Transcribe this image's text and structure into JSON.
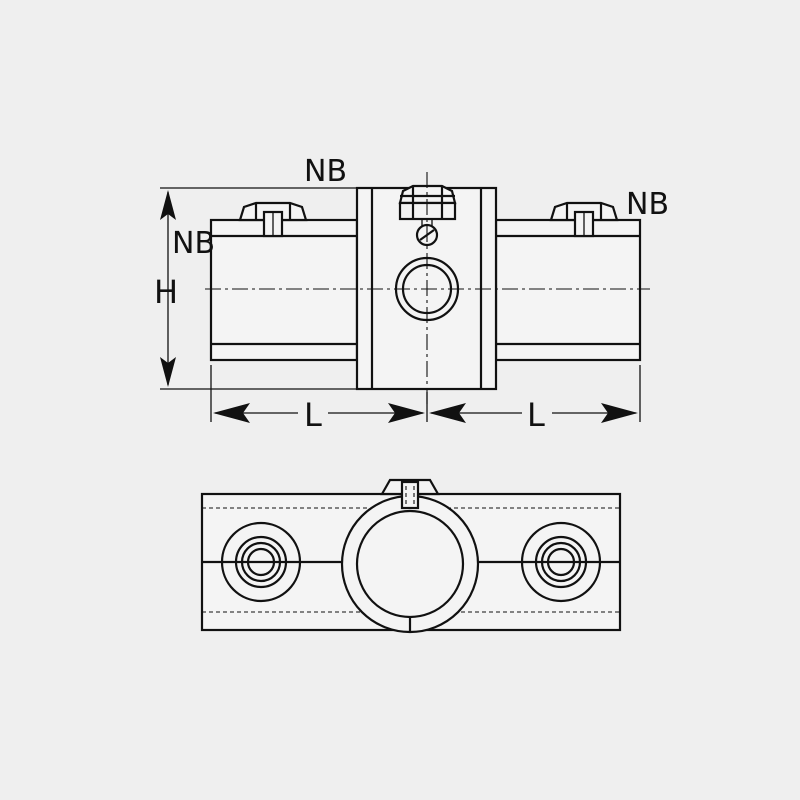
{
  "labels": {
    "nb_top": "NB",
    "nb_right": "NB",
    "nb_left": "NB",
    "height": "H",
    "length_left": "L",
    "length_right": "L"
  },
  "colors": {
    "background": "#efefef",
    "line": "#111111"
  }
}
